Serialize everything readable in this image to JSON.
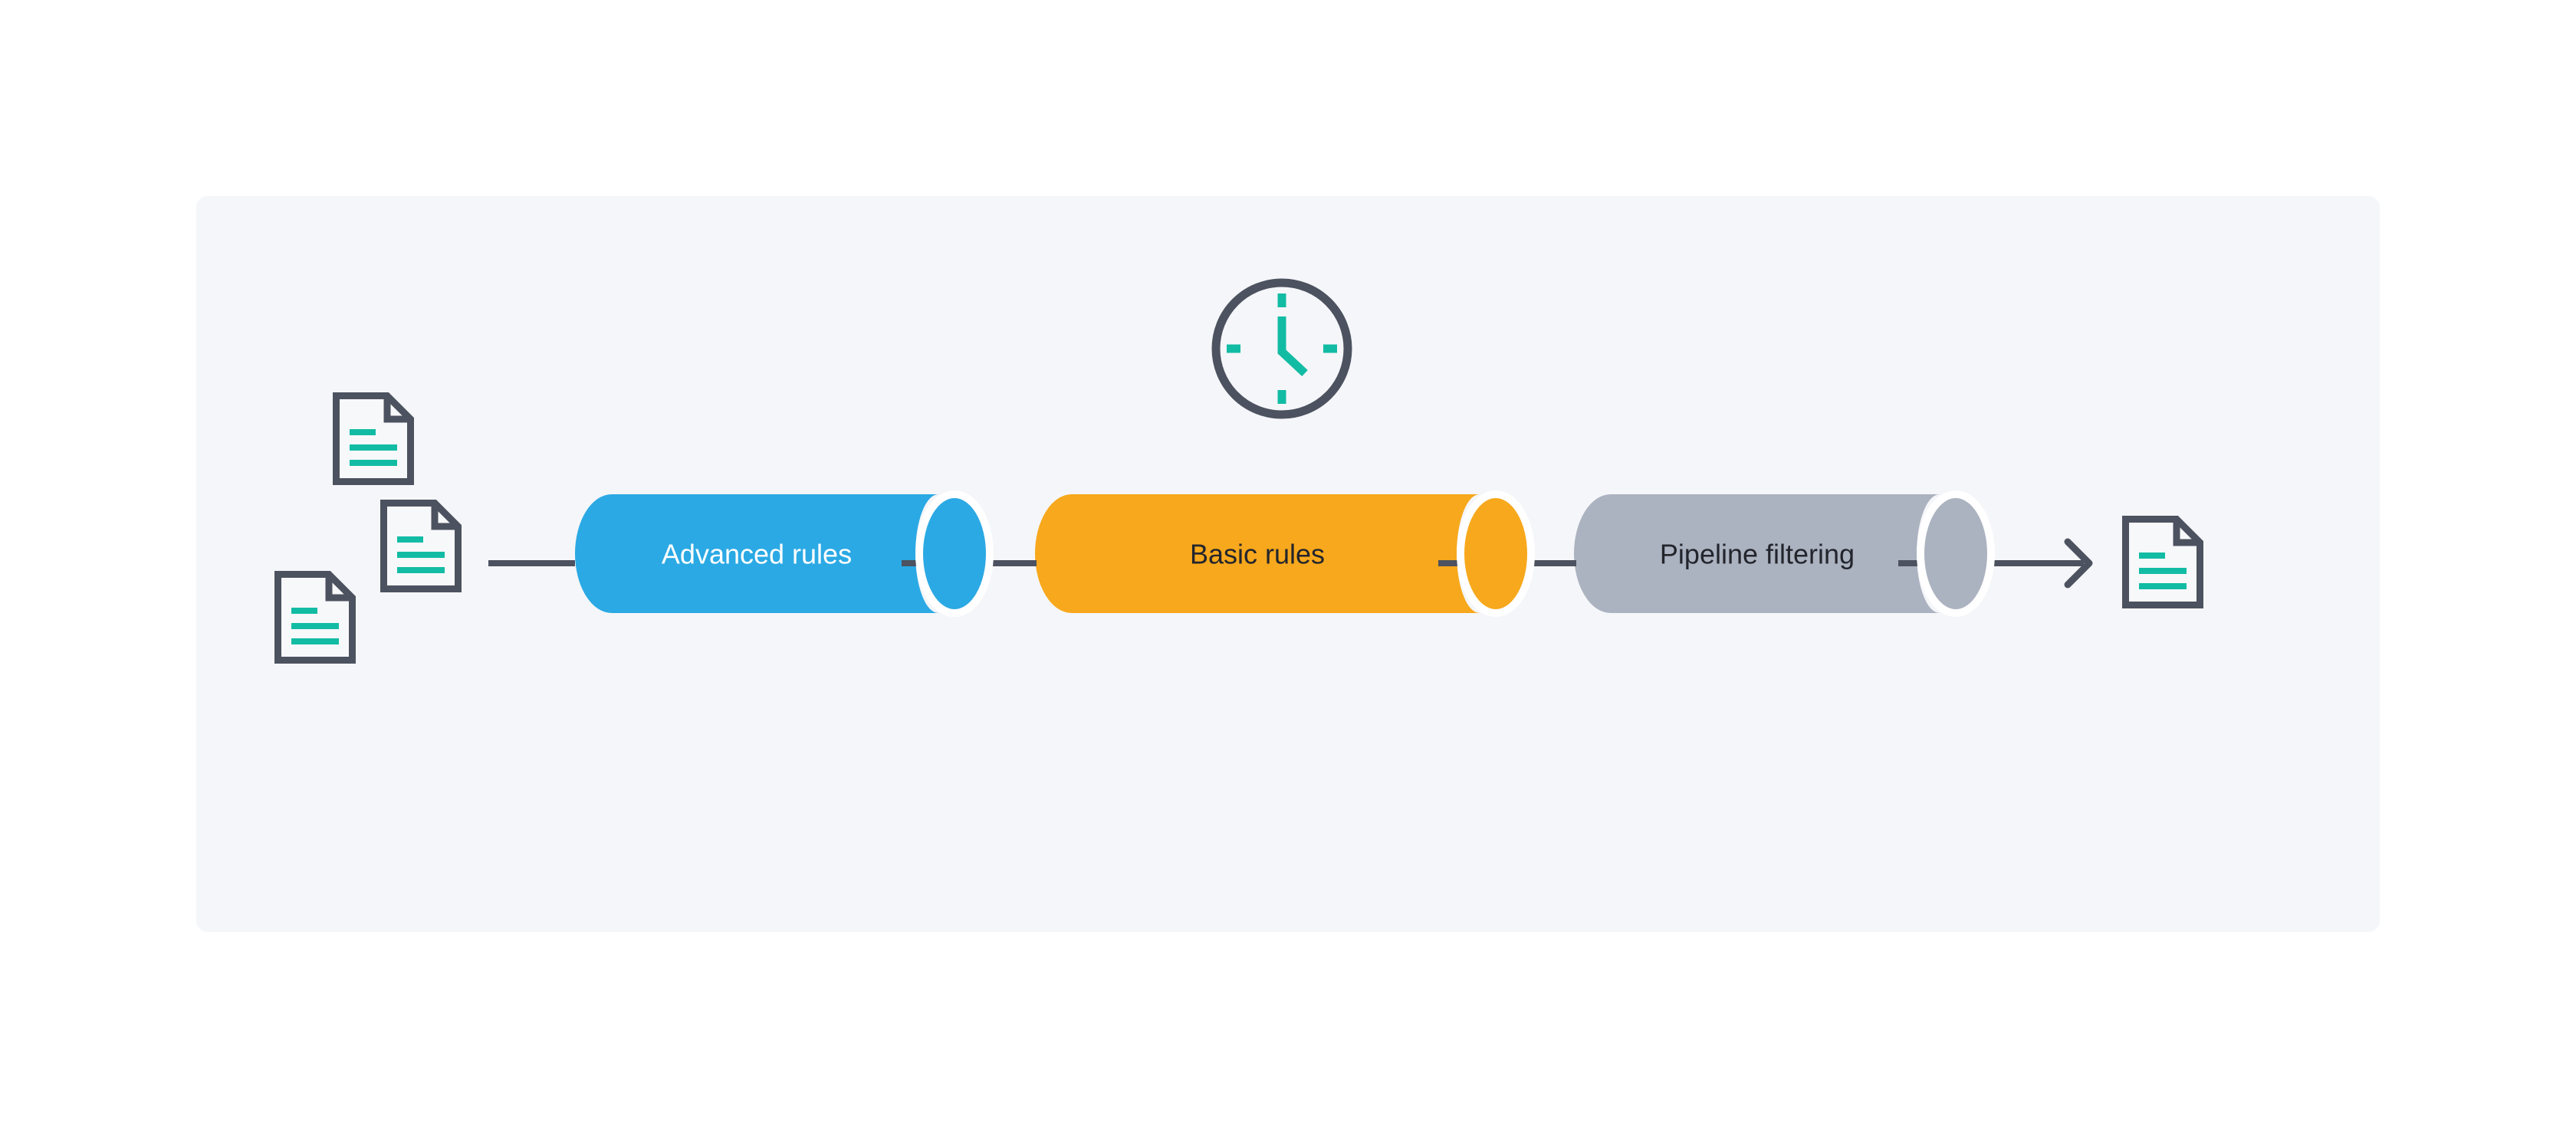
{
  "page": {
    "background": "#ffffff"
  },
  "card": {
    "background": "#f5f6f9"
  },
  "palette": {
    "page_bg": "#ffffff",
    "card_bg": "#f5f6f9",
    "stroke_dark": "#4c525f",
    "teal": "#12bca4",
    "white_gap": "#ffffff",
    "doc_fill": "#f7f8fa"
  },
  "stages": [
    {
      "label": "Advanced rules",
      "color": "#2ba9e4",
      "text_color": "#ffffff"
    },
    {
      "label": "Basic rules",
      "color": "#f7a81c",
      "text_color": "#23252c"
    },
    {
      "label": "Pipeline filtering",
      "color": "#abb2c0",
      "text_color": "#23252c"
    }
  ],
  "icons": {
    "clock": "clock-icon",
    "input_documents": [
      "document-icon",
      "document-icon",
      "document-icon"
    ],
    "output_document": "document-icon",
    "arrow": "arrow-right-icon"
  }
}
